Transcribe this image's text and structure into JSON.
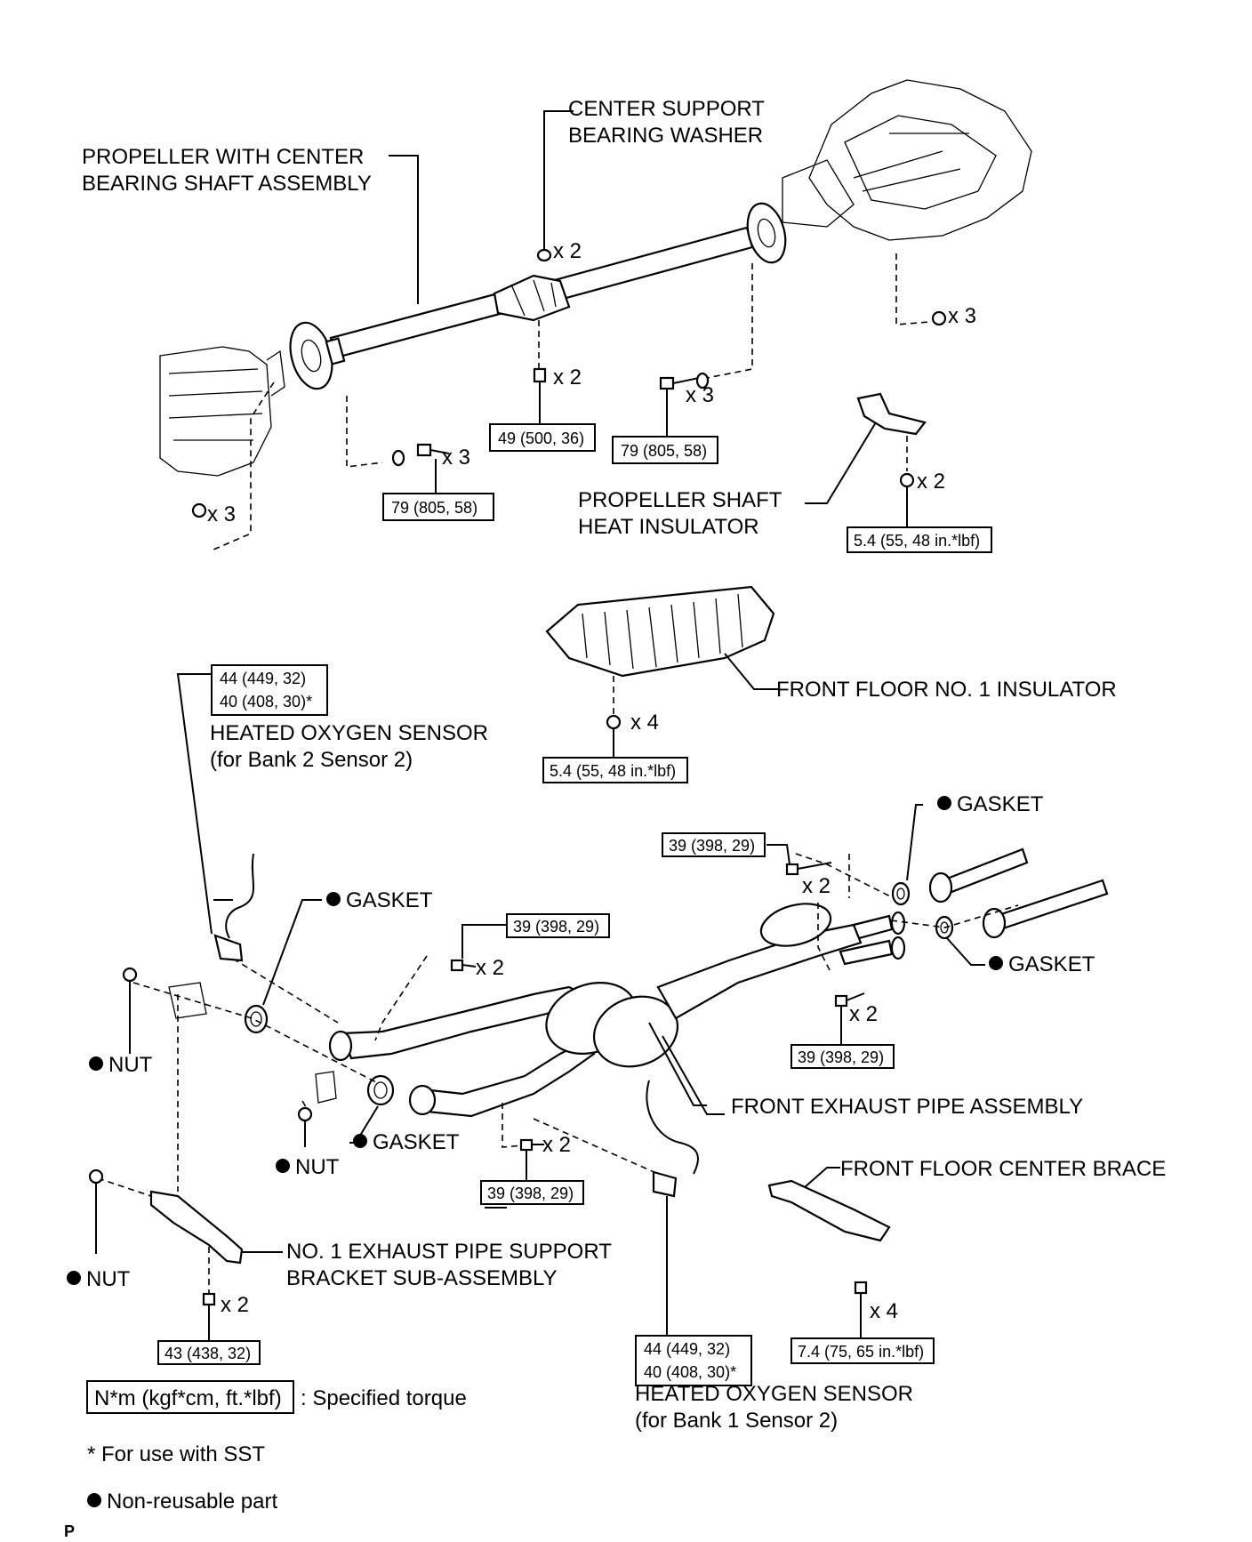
{
  "labels": {
    "propeller_1": "PROPELLER WITH CENTER",
    "propeller_2": "BEARING SHAFT ASSEMBLY",
    "washer_1": "CENTER SUPPORT",
    "washer_2": "BEARING WASHER",
    "heat_ins_1": "PROPELLER SHAFT",
    "heat_ins_2": "HEAT INSULATOR",
    "floor_ins": "FRONT FLOOR NO. 1 INSULATOR",
    "hos2_1": "HEATED OXYGEN SENSOR",
    "hos2_2": "(for Bank 2 Sensor 2)",
    "hos1_1": "HEATED OXYGEN SENSOR",
    "hos1_2": "(for Bank 1 Sensor 2)",
    "gasket": "GASKET",
    "nut": "NUT",
    "front_pipe": "FRONT EXHAUST PIPE ASSEMBLY",
    "brace": "FRONT FLOOR CENTER BRACE",
    "bracket_1": "NO. 1 EXHAUST PIPE SUPPORT",
    "bracket_2": "BRACKET SUB-ASSEMBLY",
    "page_letter": "P"
  },
  "quantities": {
    "x2": "x 2",
    "x3": "x 3",
    "x4": "x 4"
  },
  "torques": {
    "t_49": "49 (500, 36)",
    "t_79": "79 (805, 58)",
    "t_54": "5.4 (55, 48 in.*lbf)",
    "t_44": "44 (449, 32)",
    "t_40": "40 (408, 30)*",
    "t_39": "39 (398, 29)",
    "t_43": "43 (438, 32)",
    "t_74": "7.4 (75, 65 in.*lbf)"
  },
  "legend": {
    "unit_box": "N*m (kgf*cm, ft.*lbf)",
    "unit_desc": ": Specified torque",
    "sst_note": "* For use with SST",
    "nonreusable": "Non-reusable part"
  }
}
